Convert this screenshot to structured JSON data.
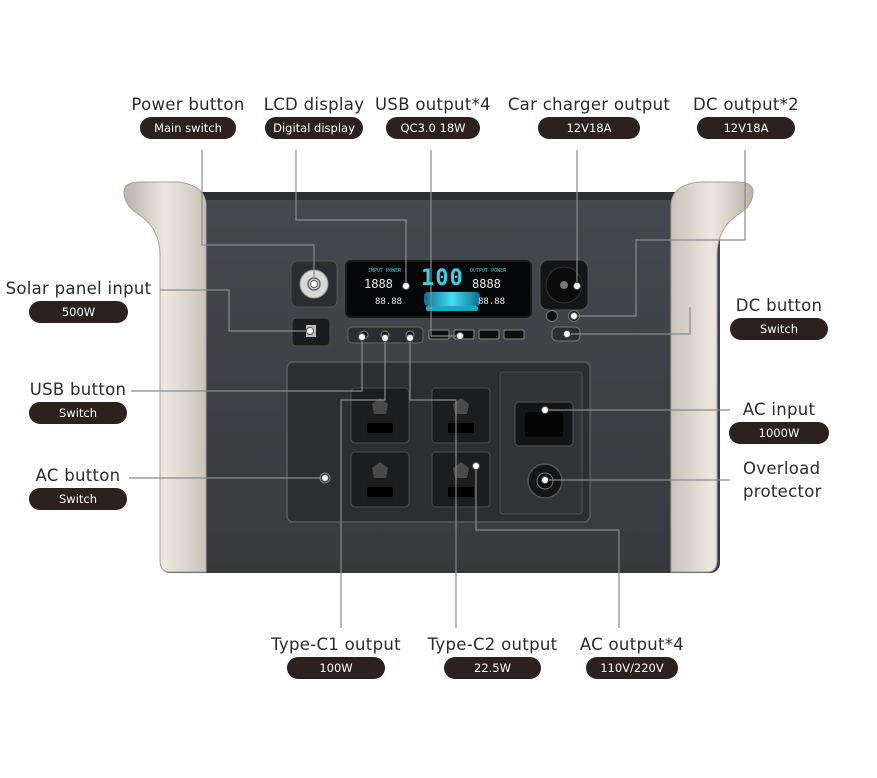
{
  "callouts": {
    "power_button": {
      "title": "Power button",
      "spec": "Main switch"
    },
    "lcd_display": {
      "title": "LCD display",
      "spec": "Digital display"
    },
    "usb_output": {
      "title": "USB output*4",
      "spec": "QC3.0 18W"
    },
    "car_charger_output": {
      "title": "Car charger output",
      "spec": "12V18A"
    },
    "dc_output": {
      "title": "DC output*2",
      "spec": "12V18A"
    },
    "solar_panel_input": {
      "title": "Solar panel input",
      "spec": "500W"
    },
    "dc_button": {
      "title": "DC button",
      "spec": "Switch"
    },
    "usb_button": {
      "title": "USB button",
      "spec": "Switch"
    },
    "ac_input": {
      "title": "AC input",
      "spec": "1000W"
    },
    "ac_button": {
      "title": "AC button",
      "spec": "Switch"
    },
    "overload_protector": {
      "title": "Overload protector"
    },
    "type_c1_output": {
      "title": "Type-C1 output",
      "spec": "100W"
    },
    "type_c2_output": {
      "title": "Type-C2 output",
      "spec": "22.5W"
    },
    "ac_output": {
      "title": "AC output*4",
      "spec": "110V/220V"
    }
  },
  "lcd": {
    "input_label": "INPUT POWER",
    "output_label": "OUTPUT POWER",
    "input_value": "1888",
    "output_value": "8888",
    "battery_percent": "100",
    "input_small": "88.88",
    "output_small": "88.88"
  },
  "colors": {
    "body": "#3e4145",
    "handle": "#d9d4cc",
    "pill": "#2c211e",
    "lcd_cyan": "#39d0e6",
    "leader_line": "#8a8a8a"
  }
}
